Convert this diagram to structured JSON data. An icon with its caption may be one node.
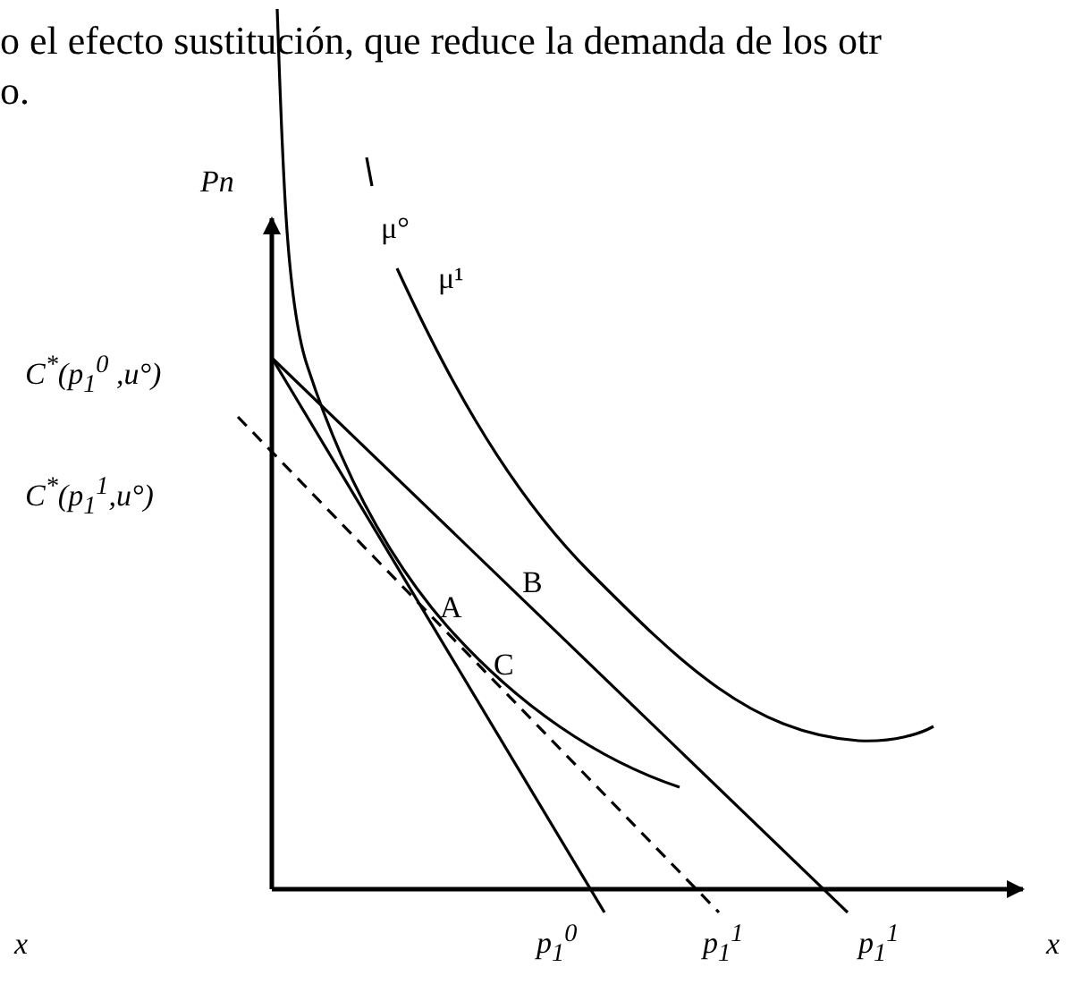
{
  "diagram": {
    "labels": [
      "o el efecto sustitución, que reduce la demanda de los otr",
      "o.",
      "Pn",
      "μ°",
      "μ¹",
      "C$^{*}$(p$_{1}$$^{0}$ ,u°)",
      "C$^{*}$(p$_{1}$$^{1}$,u°)",
      "B",
      "A",
      "C",
      "x",
      "x",
      "p$_{1}$$^{0}$",
      "p$_{1}$$^{1}$",
      "p$_{1}$$^{1}$"
    ]
  }
}
